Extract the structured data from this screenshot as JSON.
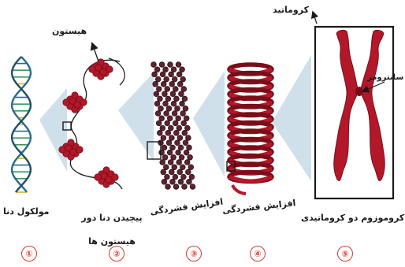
{
  "labels": {
    "dna_molecule": "مولکول دنا",
    "dna_histone_complex": "پیچیدن دنا دور هیستون ها",
    "histone": "هیستون",
    "compaction_a": "افزایش فشردگی",
    "compaction_b": "افزایش فشردگی",
    "chromatid": "کروماتید",
    "centromere": "سانترومر",
    "duplicated_chromosome": "کروموزوم دو کروماتیدی"
  },
  "step_numbers": [
    "①",
    "②",
    "③",
    "④",
    "⑤"
  ],
  "colors": {
    "chromatin_red": "#b3182a",
    "chromatin_dark": "#7a0d18",
    "funnel_blue": "#cfe0ea",
    "dna_backbone": "#2a6b8c",
    "number_red": "#d9382f"
  }
}
